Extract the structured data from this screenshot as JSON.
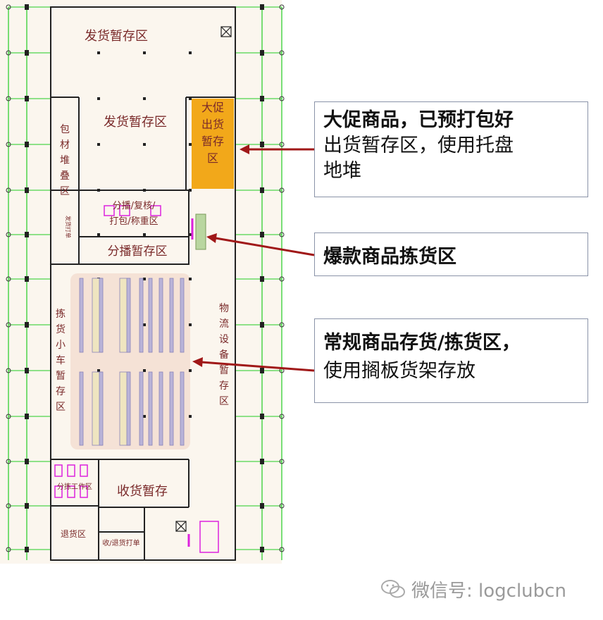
{
  "colors": {
    "wall": "#222222",
    "grid": "#22cc22",
    "label": "#7a2a2a",
    "promo_zone": "#f2a81a",
    "picking_area": "#f5e2d6",
    "shelf": "#b9b3d8",
    "hot_rack": "#b9d6a0",
    "station": "#dd22dd",
    "arrow": "#a01818",
    "callout_border": "#8a93a8"
  },
  "zones": {
    "ship_staging_top": "发货暂存区",
    "ship_staging_mid": "发货暂存区",
    "promo_vertical": [
      "大促",
      "出货",
      "暂存",
      "区"
    ],
    "packaging_vertical": [
      "包",
      "材",
      "堆",
      "叠",
      "区"
    ],
    "sorting_review_line1": "分播/复核/",
    "sorting_review_line2": "打包/称重区",
    "print_vertical": "发货打单",
    "sorting_staging": "分播暂存区",
    "picking_cart_vertical": [
      "拣",
      "货",
      "小",
      "车",
      "暂",
      "存",
      "区"
    ],
    "logistics_equipment_vertical": [
      "物",
      "流",
      "设",
      "备",
      "暂",
      "存",
      "区"
    ],
    "sorting_workspace": "分拣工作区",
    "receiving_staging": "收货暂存",
    "returns_area": "退货区",
    "returns_print": "收/退货打单"
  },
  "callouts": {
    "promo": {
      "bold": "大促商品，已预打包好",
      "line2": "出货暂存区，使用托盘",
      "line3": "地堆"
    },
    "hot": {
      "bold": "爆款商品拣货区"
    },
    "regular": {
      "bold": "常规商品存货/拣货区，",
      "line2": "使用搁板货架存放"
    }
  },
  "watermark": "微信号: logclubcn"
}
